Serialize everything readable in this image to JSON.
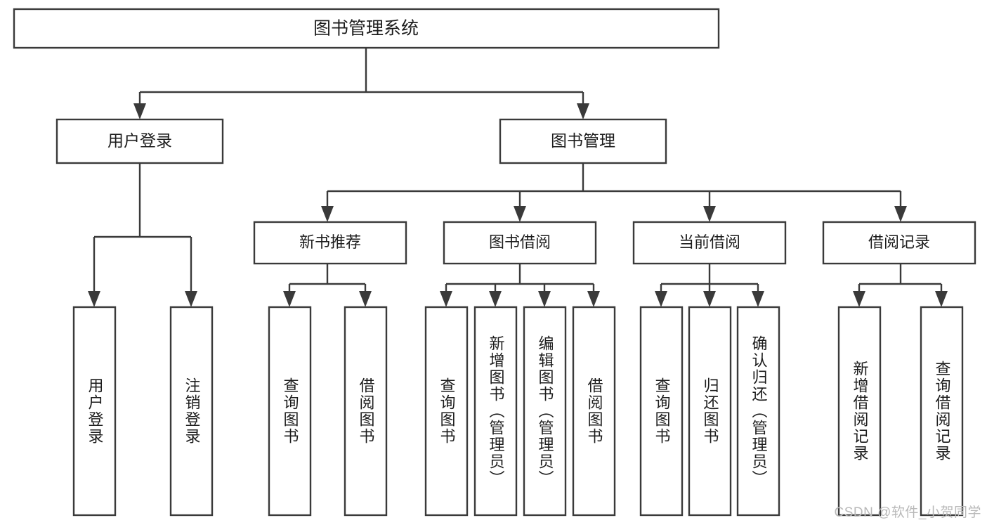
{
  "diagram": {
    "title": "图书管理系统",
    "type": "tree-hierarchy-chart",
    "orientation": "top-down",
    "colors": {
      "box_fill": "#ffffff",
      "box_stroke": "#3a3a3a",
      "text": "#1c1c1c",
      "background": "#ffffff",
      "watermark": "#b9b9b9"
    },
    "root": {
      "label": "图书管理系统"
    },
    "level1": [
      {
        "label": "用户登录"
      },
      {
        "label": "图书管理"
      }
    ],
    "level2": [
      {
        "label": "新书推荐"
      },
      {
        "label": "图书借阅"
      },
      {
        "label": "当前借阅"
      },
      {
        "label": "借阅记录"
      }
    ],
    "leaves": {
      "user_login": [
        {
          "label": "用户登录"
        },
        {
          "label": "注销登录"
        }
      ],
      "new_book_recommend": [
        {
          "label": "查询图书"
        },
        {
          "label": "借阅图书"
        }
      ],
      "book_borrow": [
        {
          "label": "查询图书"
        },
        {
          "label": "新增图书（管理员）"
        },
        {
          "label": "编辑图书（管理员）"
        },
        {
          "label": "借阅图书"
        }
      ],
      "current_borrow": [
        {
          "label": "查询图书"
        },
        {
          "label": "归还图书"
        },
        {
          "label": "确认归还（管理员）"
        }
      ],
      "borrow_record": [
        {
          "label": "新增借阅记录"
        },
        {
          "label": "查询借阅记录"
        }
      ]
    }
  },
  "watermark": {
    "text": "CSDN @软件_小贺同学"
  }
}
